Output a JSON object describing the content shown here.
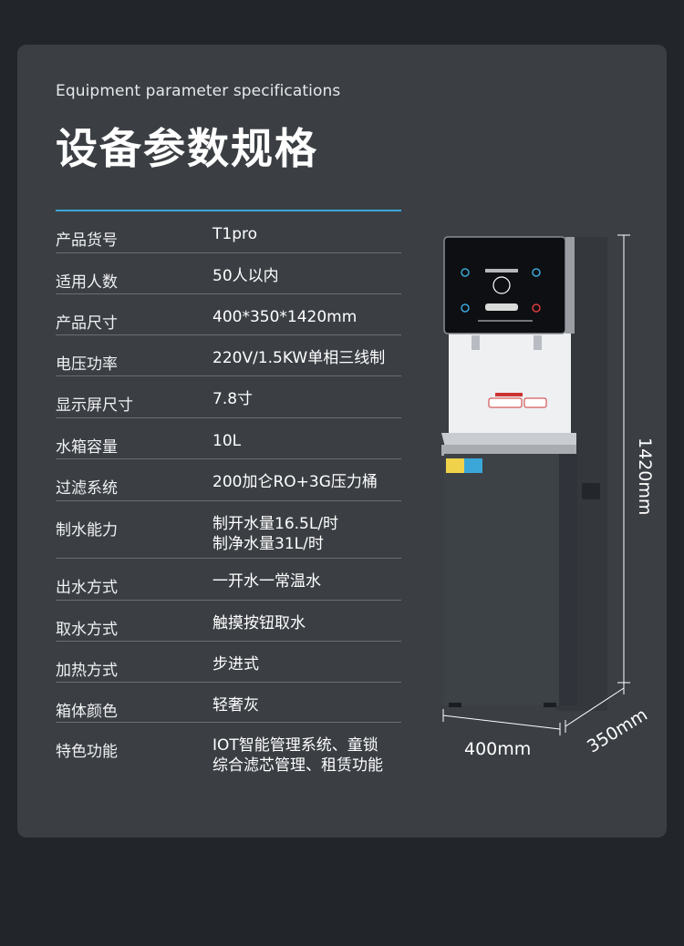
{
  "header": {
    "subtitle": "Equipment parameter specifications",
    "title": "设备参数规格"
  },
  "specs": [
    {
      "label": "产品货号",
      "value": [
        "T1pro"
      ]
    },
    {
      "label": "适用人数",
      "value": [
        "50人以内"
      ]
    },
    {
      "label": "产品尺寸",
      "value": [
        "400*350*1420mm"
      ]
    },
    {
      "label": "电压功率",
      "value": [
        "220V/1.5KW单相三线制"
      ]
    },
    {
      "label": "显示屏尺寸",
      "value": [
        "7.8寸"
      ]
    },
    {
      "label": "水箱容量",
      "value": [
        "10L"
      ]
    },
    {
      "label": "过滤系统",
      "value": [
        "200加仑RO+3G压力桶"
      ]
    },
    {
      "label": "制水能力",
      "value": [
        "制开水量16.5L/时",
        "制净水量31L/时"
      ]
    },
    {
      "label": "出水方式",
      "value": [
        "一开水一常温水"
      ]
    },
    {
      "label": "取水方式",
      "value": [
        "触摸按钮取水"
      ]
    },
    {
      "label": "加热方式",
      "value": [
        "步进式"
      ]
    },
    {
      "label": "箱体颜色",
      "value": [
        "轻奢灰"
      ]
    },
    {
      "label": "特色功能",
      "value": [
        "IOT智能管理系统、童锁",
        "综合滤芯管理、租赁功能"
      ]
    }
  ],
  "dimensions": {
    "height": "1420mm",
    "width": "400mm",
    "depth": "350mm"
  },
  "colors": {
    "page_bg": "#22262b",
    "card_bg": "#3b3f44",
    "accent": "#3aa7d8",
    "cabinet": "#3d4247"
  }
}
